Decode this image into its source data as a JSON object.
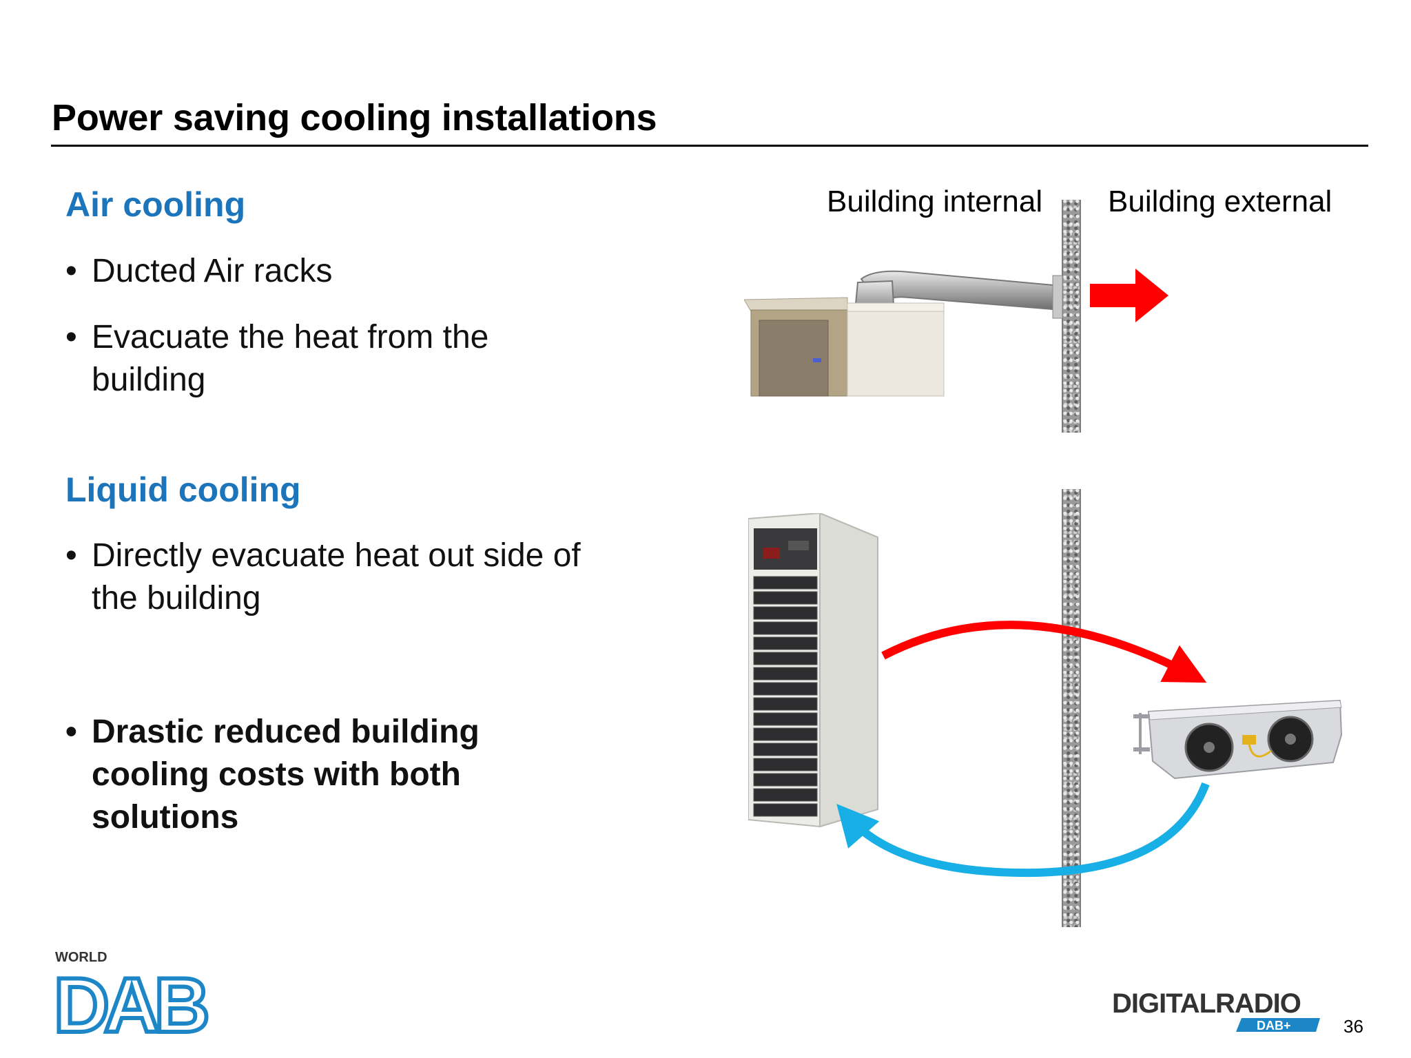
{
  "slide": {
    "title": "Power saving cooling installations",
    "page_number": "36"
  },
  "air": {
    "heading": "Air cooling",
    "bullets": [
      "Ducted Air racks",
      "Evacuate the heat from the building"
    ]
  },
  "liquid": {
    "heading": "Liquid cooling",
    "bullets": [
      "Directly evacuate heat out side of the building"
    ],
    "conclusion": "Drastic reduced building cooling costs with both solutions"
  },
  "diagram": {
    "label_internal": "Building internal",
    "label_external": "Building external"
  },
  "logos": {
    "world_dab_small": "WORLD",
    "world_dab_big": "DAB",
    "digitalradio": "DIGITALRADIO",
    "dab_plus": "DAB+"
  },
  "colors": {
    "heading_blue": "#1c74bb",
    "hot_red": "#ff0000",
    "cold_blue": "#18aee6"
  }
}
